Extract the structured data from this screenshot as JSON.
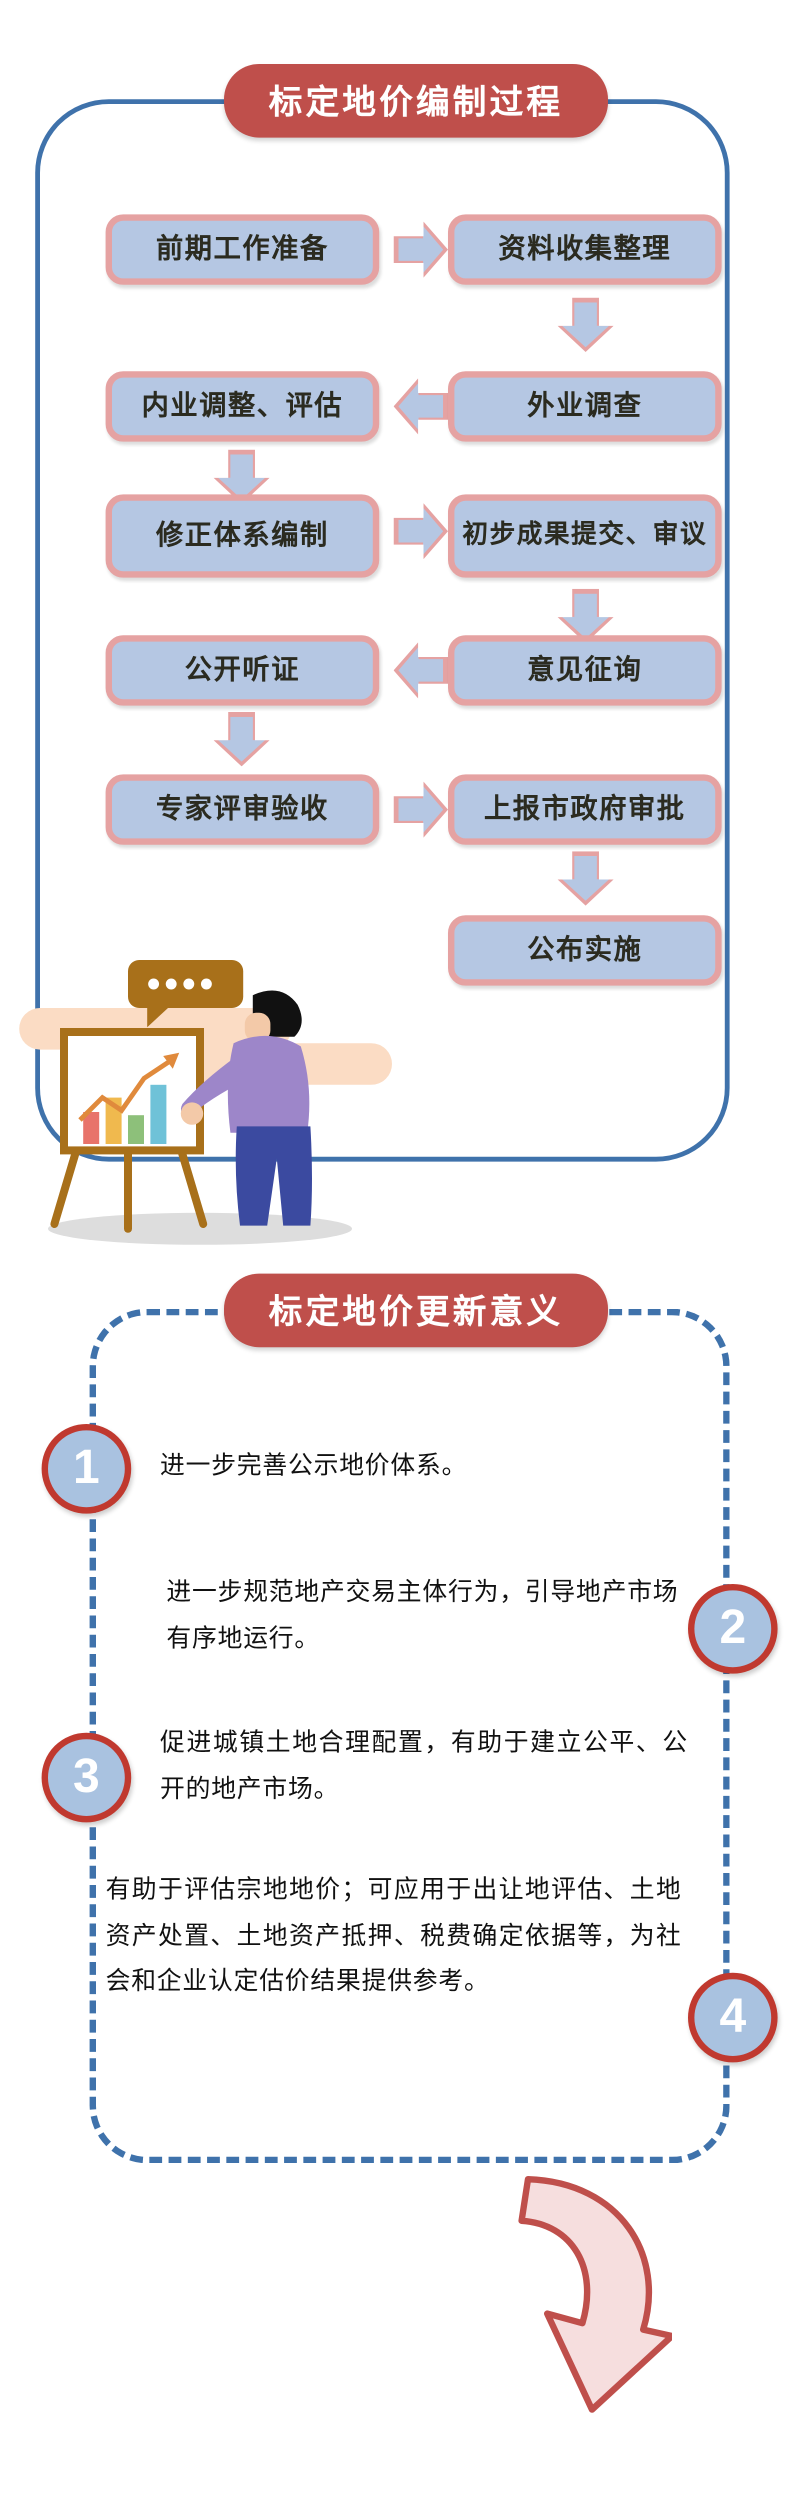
{
  "section1": {
    "banner_title": "标定地价编制过程",
    "flow": {
      "row1": {
        "left": "前期工作准备",
        "right": "资料收集整理",
        "arrow": "arrow-right-icon"
      },
      "row2": {
        "left": "内业调整、评估",
        "right": "外业调查",
        "arrow": "arrow-left-icon"
      },
      "row3": {
        "left": "修正体系编制",
        "right": "初步成果提交、审议",
        "arrow": "arrow-right-icon"
      },
      "row4": {
        "left": "公开听证",
        "right": "意见征询",
        "arrow": "arrow-left-icon"
      },
      "row5": {
        "left": "专家评审验收",
        "right": "上报市政府审批",
        "arrow": "arrow-right-icon"
      },
      "row6": {
        "right": "公布实施"
      }
    },
    "down_arrows": [
      "arrow-down-icon",
      "arrow-down-icon",
      "arrow-down-icon",
      "arrow-down-icon",
      "arrow-down-icon"
    ],
    "illustration": {
      "name": "presenter-with-chart-easel",
      "speech_dots": "● ● ● ●"
    }
  },
  "section2": {
    "banner_title": "标定地价更新意义",
    "items": [
      {
        "number": "1",
        "text": "进一步完善公示地价体系。"
      },
      {
        "number": "2",
        "text": "进一步规范地产交易主体行为，引导地产市场有序地运行。"
      },
      {
        "number": "3",
        "text": "促进城镇土地合理配置，有助于建立公平、公开的地产市场。"
      },
      {
        "number": "4",
        "text": "有助于评估宗地地价；可应用于出让地评估、土地资产处置、土地资产抵押、税费确定依据等，为社会和企业认定估价结果提供参考。"
      }
    ],
    "bottom_decoration": "curved-arrow-icon"
  },
  "colors": {
    "banner_red": "#bf4f4b",
    "box_fill": "#b5c7e3",
    "box_border": "#e5a2a2",
    "frame_blue": "#3f72ab",
    "badge_border": "#c0392f",
    "badge_fill": "#a9c2e0",
    "text_dark": "#2b2b20"
  }
}
